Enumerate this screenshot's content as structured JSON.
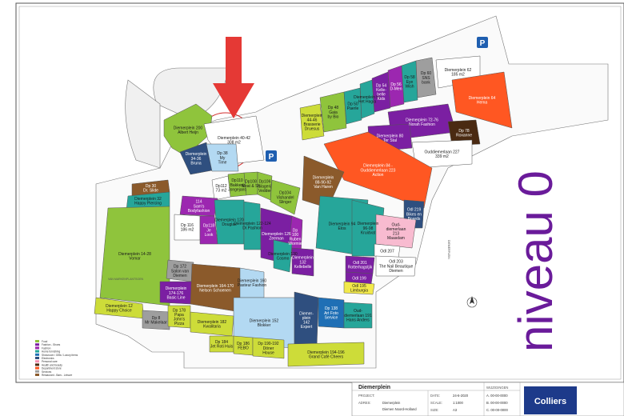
{
  "vertical_title": "niveau 0",
  "road_labels": [
    "VAN MARKENPLANTSOEN",
    "DIEMERPLEIN"
  ],
  "legend": {
    "items": [
      {
        "label": "Food",
        "color": "#8fc43c"
      },
      {
        "label": "Fashion - Shoes",
        "color": "#7b1fa2"
      },
      {
        "label": "Fashion",
        "color": "#9c27b0"
      },
      {
        "label": "Home furnishing",
        "color": "#26a69a"
      },
      {
        "label": "Showroom / Gifts / Luxury items",
        "color": "#1f6fb5"
      },
      {
        "label": "Electronics",
        "color": "#2f4f7f"
      },
      {
        "label": "Personal care",
        "color": "#f48fb1"
      },
      {
        "label": "Health and beauty",
        "color": "#4a2a12"
      },
      {
        "label": "Department store",
        "color": "#ff5722"
      },
      {
        "label": "Services",
        "color": "#9e9e9e"
      },
      {
        "label": "Restaurant - Bars - Leisure",
        "color": "#8b5a2b"
      }
    ]
  },
  "title_block": {
    "project_name": "Diemerplein",
    "project_label": "PROJECT:",
    "project_value": "",
    "address_label": "ADRES:",
    "address_value": "Diemerplein",
    "city_value": "Diemen Noord-Holland",
    "date_label": "DATE:",
    "date_value": "24-6-2020",
    "scale_label": "SCALE:",
    "scale_value": "1:1000",
    "format_label": "SIZE:",
    "format_value": "A3",
    "revisions_label": "WIJZIGINGEN",
    "revisions": [
      "A. 00-00-0000",
      "B. 00-00-0000",
      "C. 00-00-0000"
    ],
    "brand": "Colliers"
  },
  "units": [
    {
      "id": "u200",
      "lines": [
        "Diemerplein 200",
        "Albert Heijn"
      ]
    },
    {
      "id": "u40",
      "lines": [
        "Diemerplein 40-42",
        "308 m2"
      ]
    },
    {
      "id": "u3438",
      "lines": [
        "Diemerplein",
        "34-36",
        "Bruna"
      ]
    },
    {
      "id": "u38",
      "lines": [
        "Dp 38",
        "My",
        "Time"
      ]
    },
    {
      "id": "u30",
      "lines": [
        "Dp 30",
        "Dr. Slide"
      ]
    },
    {
      "id": "u32",
      "lines": [
        "Diemerplein 32",
        "Happy Piercing"
      ]
    },
    {
      "id": "u1428",
      "lines": [
        "Diemerplein 14-28",
        "Vomar"
      ]
    },
    {
      "id": "u12",
      "lines": [
        "Diemerplein 12",
        "Happy Choice"
      ]
    },
    {
      "id": "u8",
      "lines": [
        "Dp 8",
        "Mr Makelaar"
      ]
    },
    {
      "id": "u110",
      "lines": [
        "Dp110",
        "Bakkerij",
        "Jongejans"
      ]
    },
    {
      "id": "u108",
      "lines": [
        "Dp108",
        "Meat & Sh"
      ]
    },
    {
      "id": "u106",
      "lines": [
        "Dp106",
        "Slagerij",
        "Vedder"
      ]
    },
    {
      "id": "u112",
      "lines": [
        "Dp112",
        "73 m2"
      ]
    },
    {
      "id": "u104",
      "lines": [
        "Dp104",
        "Vishandel",
        "Slinger"
      ]
    },
    {
      "id": "u114",
      "lines": [
        "114",
        "Sam's",
        "Bodyfashion"
      ]
    },
    {
      "id": "u116",
      "lines": [
        "Dp 116",
        "186 m2"
      ]
    },
    {
      "id": "u118",
      "lines": [
        "Dp118",
        "Je",
        "Look"
      ]
    },
    {
      "id": "u120",
      "lines": [
        "Diemerplein 120",
        "Douglas"
      ]
    },
    {
      "id": "u122",
      "lines": [
        "Diemerplein 122-124",
        "Dr.Pashion"
      ]
    },
    {
      "id": "u126",
      "lines": [
        "Diemerplein 126",
        "Zeeman"
      ]
    },
    {
      "id": "u100",
      "lines": [
        "Dp",
        "100",
        "Ruben",
        "Wormie"
      ]
    },
    {
      "id": "u130",
      "lines": [
        "Diemerplein 130",
        "Cosmo"
      ]
    },
    {
      "id": "u132",
      "lines": [
        "Diemerplein",
        "132",
        "Kellebelle"
      ]
    },
    {
      "id": "u172",
      "lines": [
        "Dp 172",
        "Salon van",
        "Diemen"
      ]
    },
    {
      "id": "u174",
      "lines": [
        "Diemerplein",
        "174-176",
        "Basic Line"
      ]
    },
    {
      "id": "u164",
      "lines": [
        "Diemerplein 164-170",
        "Nelson Schoenen"
      ]
    },
    {
      "id": "u160",
      "lines": [
        "Diemerplein 160",
        "Pasteur Fashion"
      ]
    },
    {
      "id": "u152",
      "lines": [
        "Diemerplein 152",
        "Blokker"
      ]
    },
    {
      "id": "u178",
      "lines": [
        "Dp 178",
        "Papa",
        "John's",
        "Pizza"
      ]
    },
    {
      "id": "u182",
      "lines": [
        "Diemerplein 182",
        "Kwalitaria"
      ]
    },
    {
      "id": "u184",
      "lines": [
        "Dp 184",
        "Jet Roti Huis"
      ]
    },
    {
      "id": "u186",
      "lines": [
        "Dp 186",
        "FEBO"
      ]
    },
    {
      "id": "u190",
      "lines": [
        "Dp 190-192",
        "Döner",
        "House"
      ]
    },
    {
      "id": "u142",
      "lines": [
        "Diemer-",
        "plein",
        "142",
        "Expert"
      ]
    },
    {
      "id": "u138",
      "lines": [
        "Dp 138",
        "Art Foto",
        "Service"
      ]
    },
    {
      "id": "u194",
      "lines": [
        "Diemerplein 194-196",
        "Grand Café Cheers"
      ]
    },
    {
      "id": "u191",
      "lines": [
        "Oud-",
        "diemerlaan 191",
        "Hans Anders"
      ]
    },
    {
      "id": "u4446",
      "lines": [
        "Diemerplein",
        "44-46",
        "Brasserie",
        "Druesus"
      ]
    },
    {
      "id": "u48",
      "lines": [
        "Dp 48",
        "Gaia",
        "by Bio"
      ]
    },
    {
      "id": "u50",
      "lines": [
        "Dp 50",
        "Paerle"
      ]
    },
    {
      "id": "u52",
      "lines": [
        "Diemerplein 52",
        "Het Hagia"
      ]
    },
    {
      "id": "u54",
      "lines": [
        "Dp 54",
        "Kelle-",
        "belle",
        "Kids"
      ]
    },
    {
      "id": "u56",
      "lines": [
        "Dp 56",
        "D-Men"
      ]
    },
    {
      "id": "u58",
      "lines": [
        "Dp 58",
        "Eye",
        "Wish"
      ]
    },
    {
      "id": "u60",
      "lines": [
        "Dp 60",
        "SNS",
        "bank"
      ]
    },
    {
      "id": "u62",
      "lines": [
        "Diemerplein 62",
        "185 m2"
      ]
    },
    {
      "id": "u64",
      "lines": [
        "Diemerplein 64",
        "Hema"
      ]
    },
    {
      "id": "u7276",
      "lines": [
        "Diemerplein 72-76",
        "Norah Fashion"
      ]
    },
    {
      "id": "u78",
      "lines": [
        "Dp 78",
        "Roxanne"
      ]
    },
    {
      "id": "u80",
      "lines": [
        "Diemerplein 80",
        "Ter Stal"
      ]
    },
    {
      "id": "u227",
      "lines": [
        "Ouddiemerlaan 227",
        "339 m2"
      ]
    },
    {
      "id": "u84",
      "lines": [
        "Diemerplein 84 -",
        "Ouddiemerlaan 223",
        "Action"
      ]
    },
    {
      "id": "u8892",
      "lines": [
        "Diemerplein",
        "88-90-92",
        "Van Haren"
      ]
    },
    {
      "id": "u94",
      "lines": [
        "Diemerplein 94",
        "Etos"
      ]
    },
    {
      "id": "u96",
      "lines": [
        "Diemerplein",
        "96-98",
        "Kruidvat"
      ]
    },
    {
      "id": "u219",
      "lines": [
        "Odl 219",
        "Bikes en",
        "Boards"
      ]
    },
    {
      "id": "u213",
      "lines": [
        "Oud-",
        "diemerlaan",
        "213",
        "Maasdam"
      ]
    },
    {
      "id": "u207",
      "lines": [
        "Odl 207"
      ]
    },
    {
      "id": "u203",
      "lines": [
        "Odl 203",
        "The Nail Beautique",
        "Diemen"
      ]
    },
    {
      "id": "u201",
      "lines": [
        "Odl 201",
        "Rotterhagstjik"
      ]
    },
    {
      "id": "u199",
      "lines": [
        "Odl 199"
      ]
    },
    {
      "id": "u195",
      "lines": [
        "Odl 195",
        "Limburgia"
      ]
    }
  ]
}
